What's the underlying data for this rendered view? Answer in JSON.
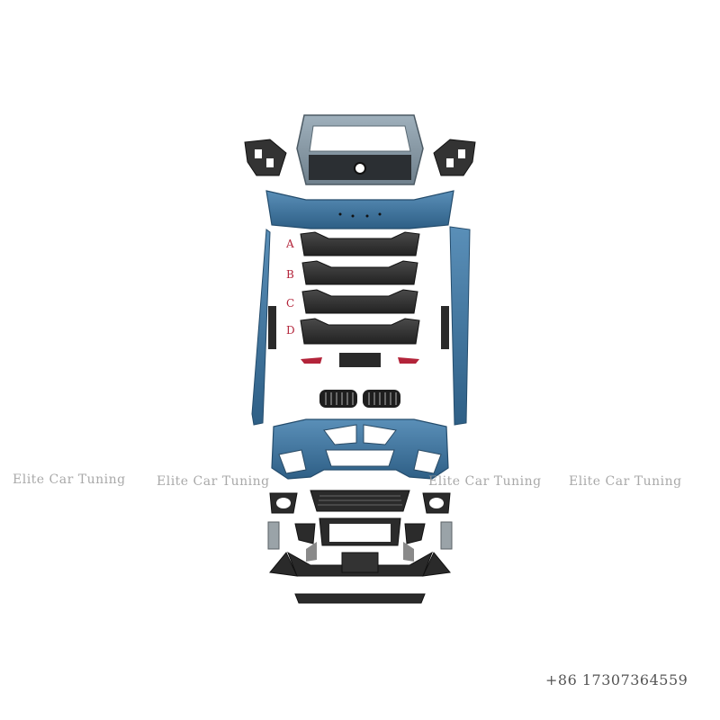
{
  "watermarks": [
    "Elite Car Tuning",
    "Elite Car Tuning",
    "Elite Car Tuning",
    "Elite Car Tuning"
  ],
  "variants": [
    "A",
    "B",
    "C",
    "D"
  ],
  "contact": {
    "phone": "+86  17307364559"
  },
  "colors": {
    "body_blue": "#3f79a6",
    "body_blue_dark": "#2e5f86",
    "trunk_gray": "#8a9aa6",
    "plastic_black": "#3a3a3a",
    "plastic_dark": "#262626",
    "bracket_gray": "#9aa3a8",
    "taillight_red": "#b3243a",
    "variant_red": "#b3243a"
  }
}
